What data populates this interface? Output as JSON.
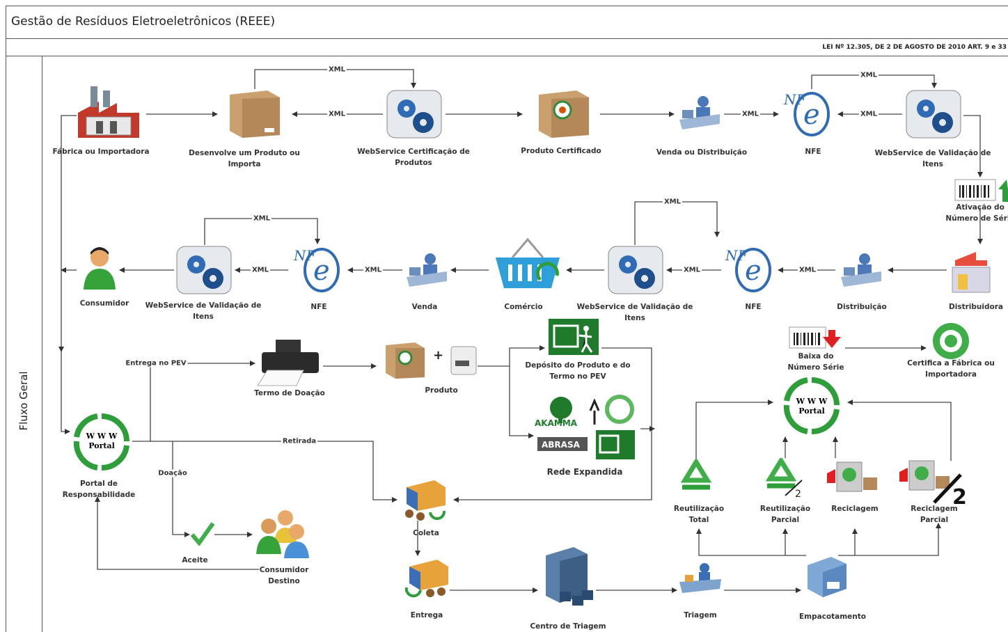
{
  "title": "Gestão de Resíduos Eletroeletrônicos (REEE)",
  "law": "LEI Nº 12.305, DE 2 DE AGOSTO DE 2010 ART. 9 e 33",
  "lane_label": "Fluxo Geral",
  "nodes": {
    "fabrica": "Fábrica ou Importadora",
    "desenvolve": "Desenvolve um Produto ou Importa",
    "ws_cert": "WebService Certificação de Produtos",
    "prod_cert": "Produto Certificado",
    "venda_dist": "Venda ou Distribuição",
    "nfe1": "NFE",
    "ws_valid1": "WebService de Validação de Itens",
    "ativacao": "Ativação do Número de Série",
    "distribuidora": "Distribuidora",
    "distribuicao": "Distribuição",
    "nfe2": "NFE",
    "ws_valid2": "WebService de Validação de Itens",
    "comercio": "Comércio",
    "venda": "Venda",
    "nfe3": "NFE",
    "ws_valid3": "WebService de Validação de Itens",
    "consumidor": "Consumidor",
    "termo": "Termo de Doação",
    "produto": "Produto",
    "deposito": "Depósito do Produto e do Termo no PEV",
    "rede": "Rede Expandida",
    "baixa": "Baixa do Número Série",
    "certifica": "Certifica a Fábrica ou Importadora",
    "portal_left": "Portal de Responsabilidade",
    "aceite": "Aceite",
    "consumidor_destino": "Consumidor Destino",
    "coleta": "Coleta",
    "entrega": "Entrega",
    "centro": "Centro de Triagem",
    "triagem": "Triagem",
    "empacotamento": "Empacotamento",
    "reut_total": "Reutilização Total",
    "reut_parcial": "Reutilização Parcial",
    "reciclagem": "Reciclagem",
    "recic_parcial": "Reciclagem Parcial"
  },
  "edges": {
    "xml": "XML",
    "entrega_pev": "Entrega no PEV",
    "retirada": "Retirada",
    "doacao": "Doação"
  },
  "glyphs": {
    "www": "W W W",
    "portal": "Portal",
    "plus": "+",
    "half": "2",
    "big_half": "2",
    "ecologo": "AKAMMA",
    "ecologo2": "ABRASA"
  }
}
